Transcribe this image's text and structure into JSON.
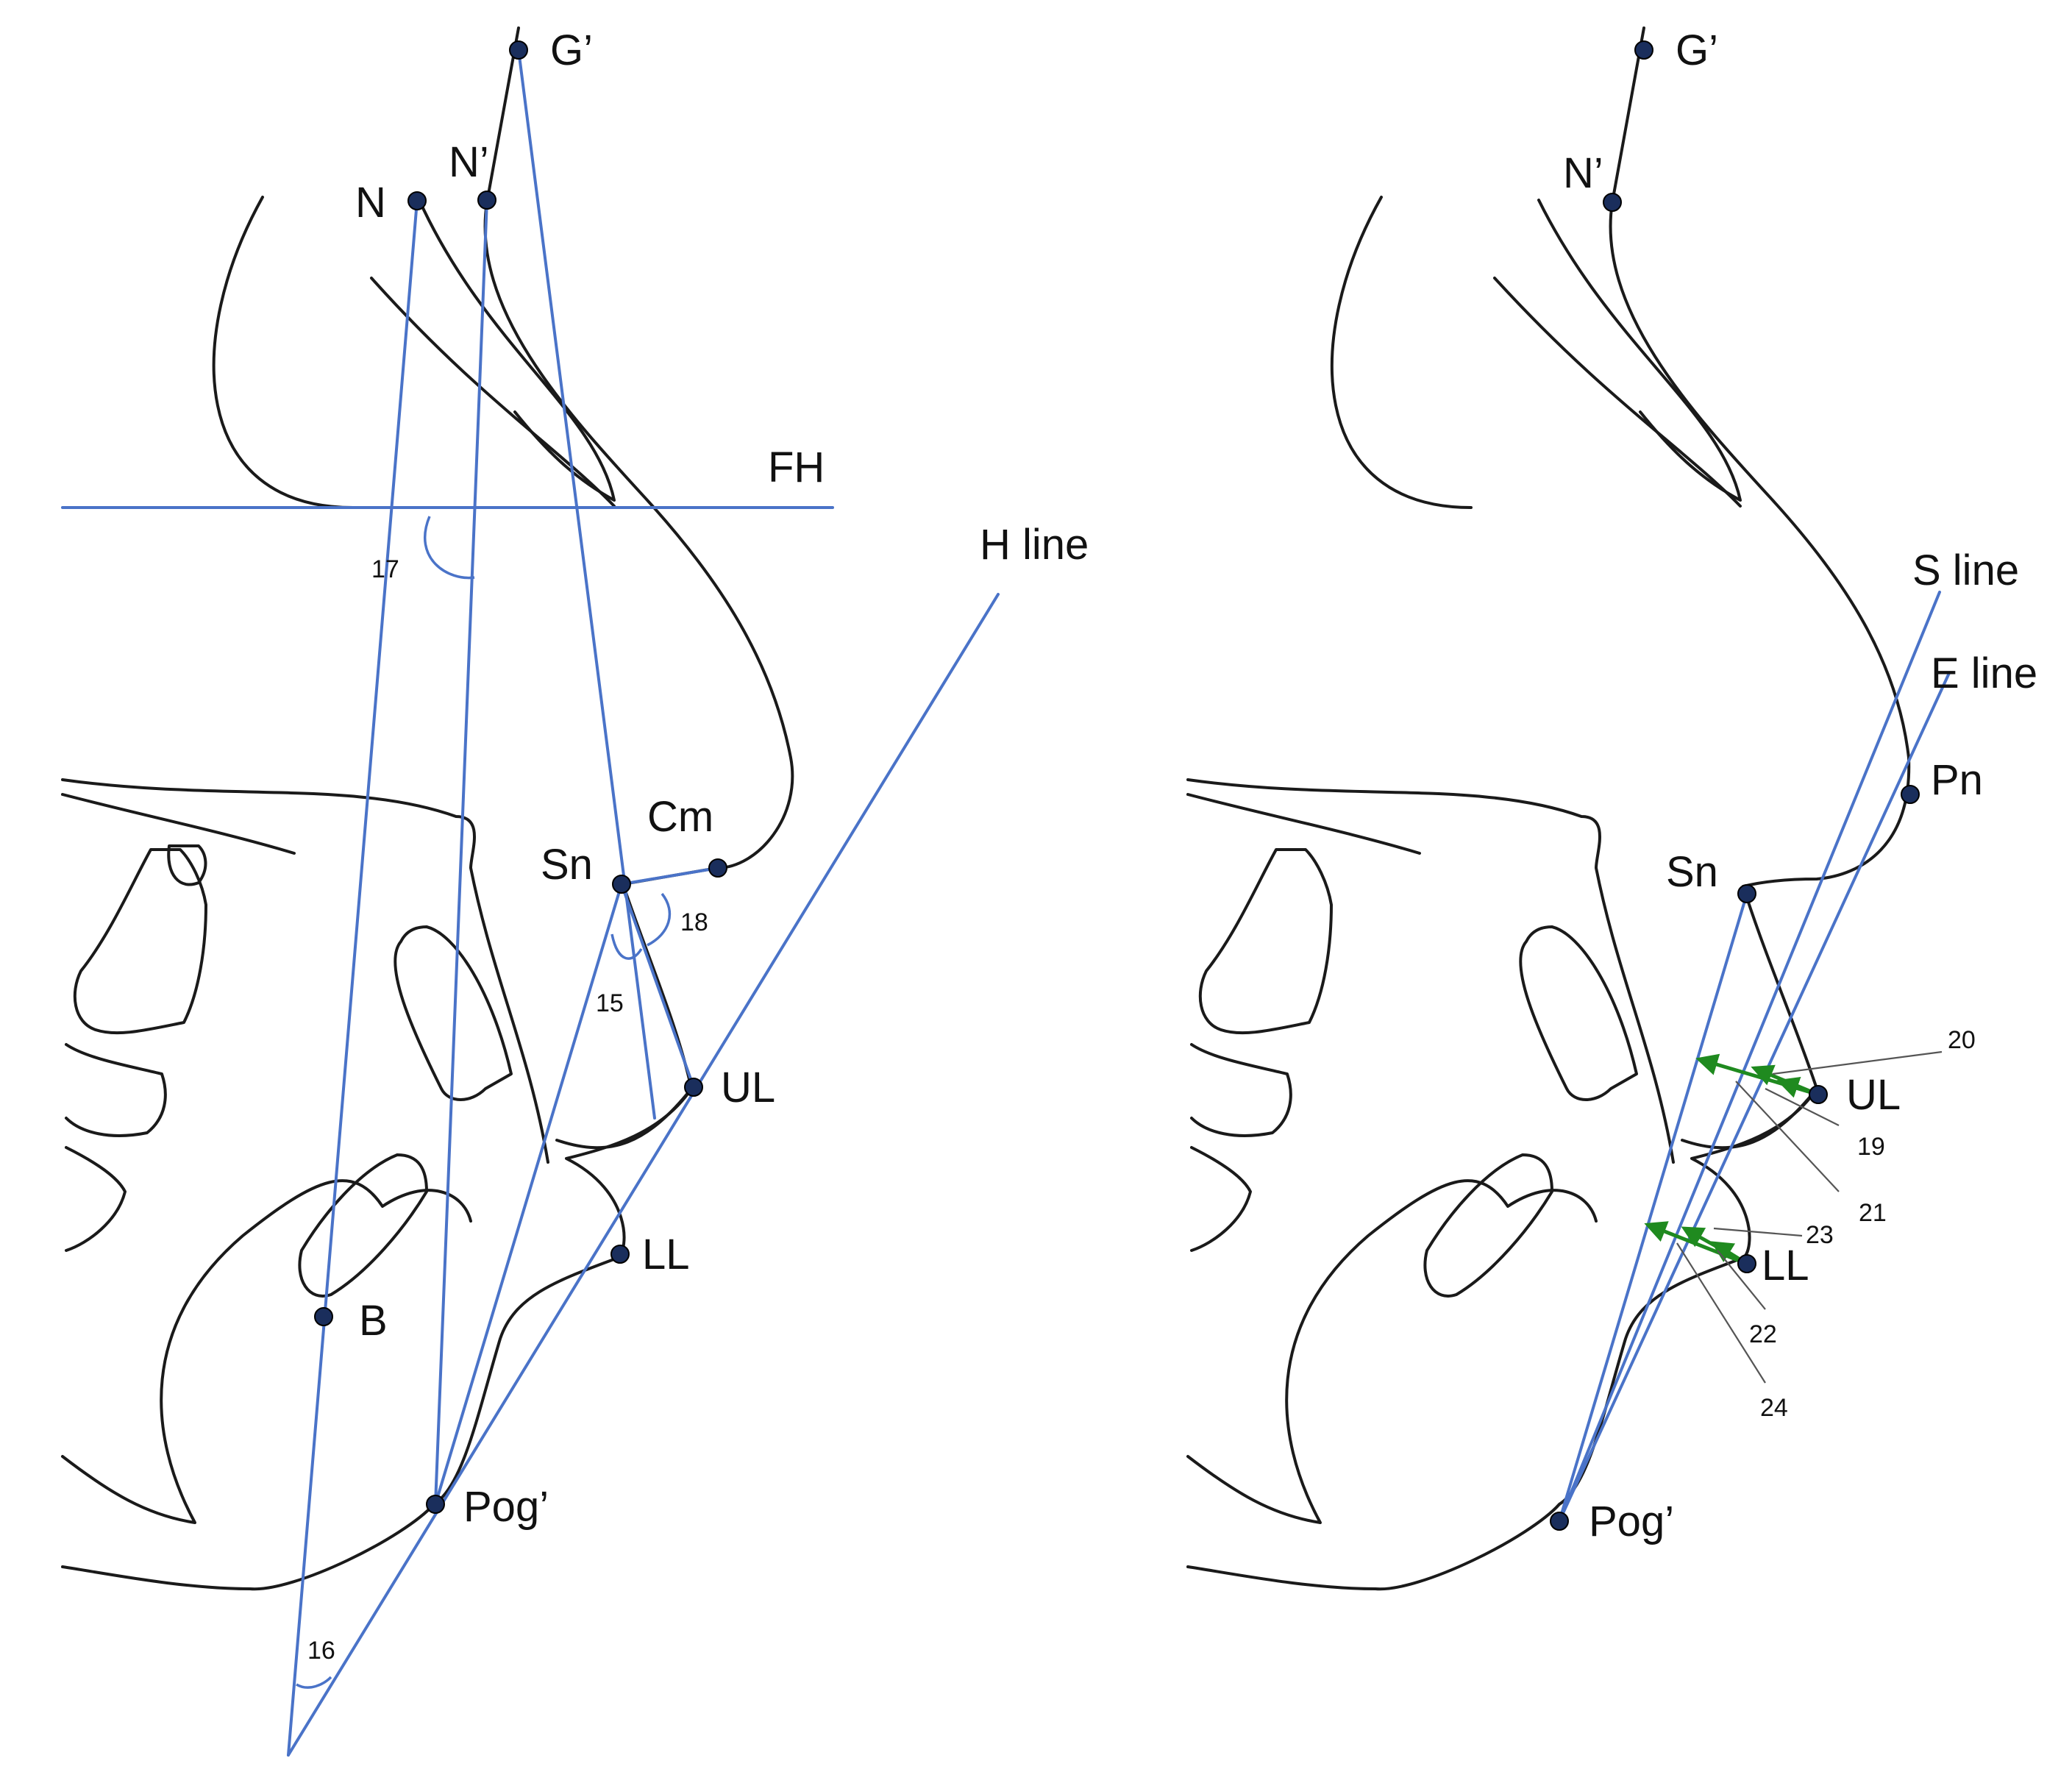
{
  "left_panel": {
    "points": {
      "G": "G’",
      "N": "N",
      "Np": "N’",
      "Sn": "Sn",
      "Cm": "Cm",
      "UL": "UL",
      "LL": "LL",
      "B": "B",
      "Pog": "Pog’"
    },
    "lines": {
      "FH": "FH",
      "H": "H line"
    },
    "angles": {
      "a15": "15",
      "a16": "16",
      "a17": "17",
      "a18": "18"
    }
  },
  "right_panel": {
    "points": {
      "G": "G’",
      "Np": "N’",
      "Pn": "Pn",
      "Sn": "Sn",
      "UL": "UL",
      "LL": "LL",
      "Pog": "Pog’"
    },
    "lines": {
      "S": "S line",
      "E": "E line"
    },
    "measures": {
      "m19": "19",
      "m20": "20",
      "m21": "21",
      "m22": "22",
      "m23": "23",
      "m24": "24"
    }
  },
  "colors": {
    "reference_line": "#4a73c8",
    "measure_arrow": "#1f8a1f",
    "outline": "#1a1a1a",
    "landmark": "#1a2e5c"
  }
}
